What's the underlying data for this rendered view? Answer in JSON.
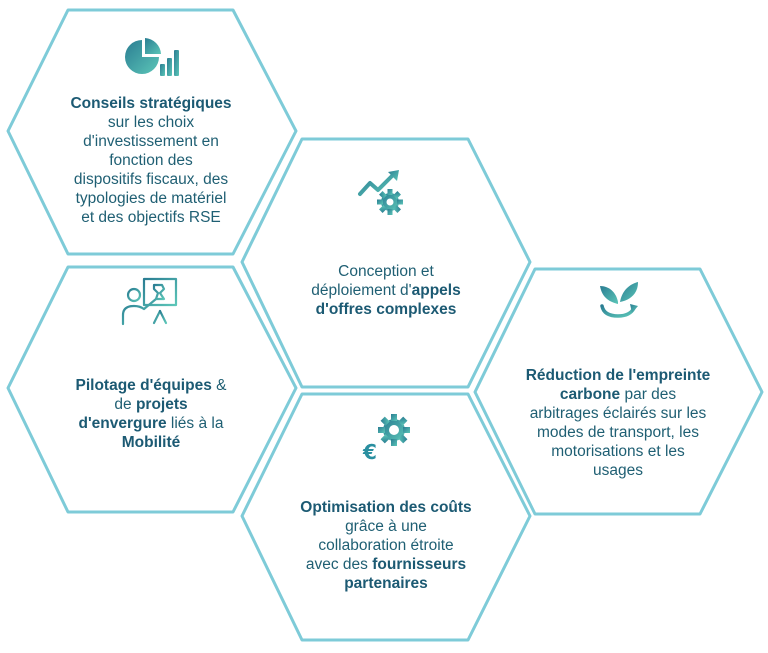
{
  "colors": {
    "hex_border": "#7ecbd8",
    "text": "#1f5f73",
    "icon_gradient_start": "#2a7d92",
    "icon_gradient_end": "#5cc6b8"
  },
  "cells": [
    {
      "id": "conseils",
      "icon": "pie-bar-chart-icon",
      "title": "Conseils stratégiques",
      "l1": "sur les choix",
      "l2": "d'investissement en",
      "l3": "fonction des",
      "l4": "dispositifs fiscaux, des",
      "l5": "typologies de matériel",
      "l6": "et des objectifs RSE"
    },
    {
      "id": "conception",
      "icon": "trend-arrow-gear-icon",
      "l1": "Conception et",
      "l2a": "déploiement d'",
      "l2b": "appels",
      "l3": "d'offres complexes"
    },
    {
      "id": "pilotage",
      "icon": "presenter-board-icon",
      "l1a": "Pilotage d'équipes",
      "l1b": " &",
      "l2a": "de ",
      "l2b": "projets",
      "l3a": "d'envergure",
      "l3b": " liés à la",
      "l4": "Mobilité"
    },
    {
      "id": "reduction",
      "icon": "sprout-recycle-icon",
      "l1": "Réduction de l'empreinte",
      "l2a": "carbone",
      "l2b": " par des",
      "l3": "arbitrages éclairés sur les",
      "l4": "modes de transport, les",
      "l5": "motorisations et les",
      "l6": "usages"
    },
    {
      "id": "optimisation",
      "icon": "euro-gear-icon",
      "l1": "Optimisation des coûts",
      "l2": "grâce à une",
      "l3": "collaboration étroite",
      "l4a": "avec des ",
      "l4b": "fournisseurs",
      "l5": "partenaires"
    }
  ]
}
